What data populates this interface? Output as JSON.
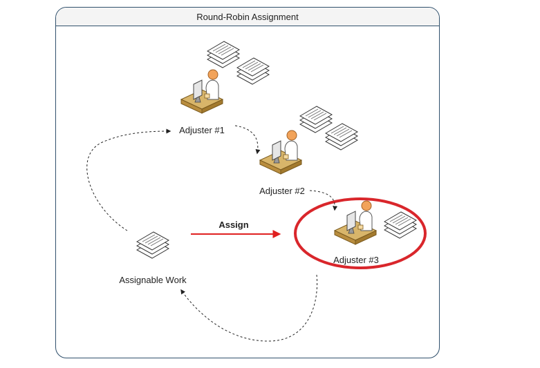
{
  "diagram": {
    "title": "Round-Robin Assignment",
    "nodes": {
      "adjuster1": {
        "label": "Adjuster #1",
        "papers": 2
      },
      "adjuster2": {
        "label": "Adjuster #2",
        "papers": 2
      },
      "adjuster3": {
        "label": "Adjuster #3",
        "papers": 1,
        "highlighted": true
      },
      "work": {
        "label": "Assignable Work"
      }
    },
    "assign_label": "Assign",
    "colors": {
      "frame": "#2f4f6b",
      "highlight": "#d9262b",
      "assign_arrow": "#e02020",
      "desk": "#d8b56a",
      "person": "#f2a35a"
    }
  }
}
